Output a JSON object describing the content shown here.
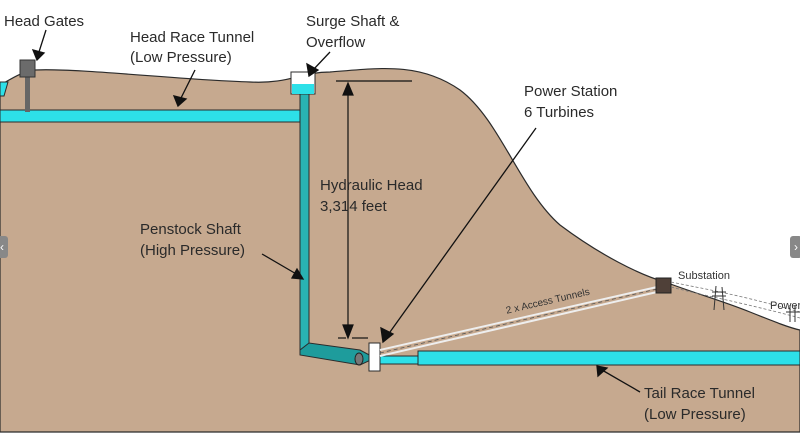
{
  "labels": {
    "head_gates": "Head Gates",
    "head_race_1": "Head Race Tunnel",
    "head_race_2": "(Low Pressure)",
    "surge_1": "Surge Shaft &",
    "surge_2": "Overflow",
    "power_station_1": "Power Station",
    "power_station_2": "6 Turbines",
    "hydraulic_1": "Hydraulic Head",
    "hydraulic_2": "3,314 feet",
    "penstock_1": "Penstock Shaft",
    "penstock_2": "(High Pressure)",
    "substation": "Substation",
    "power": "Power",
    "access_tunnels": "2 x Access Tunnels",
    "tail_race_1": "Tail Race Tunnel",
    "tail_race_2": "(Low Pressure)"
  },
  "nav": {
    "prev": "‹",
    "next": "›"
  },
  "colors": {
    "ground": "#c6a98f",
    "water": "#2de0e8",
    "penstock": "#1e9c9c",
    "outline": "#2b2b2b"
  }
}
